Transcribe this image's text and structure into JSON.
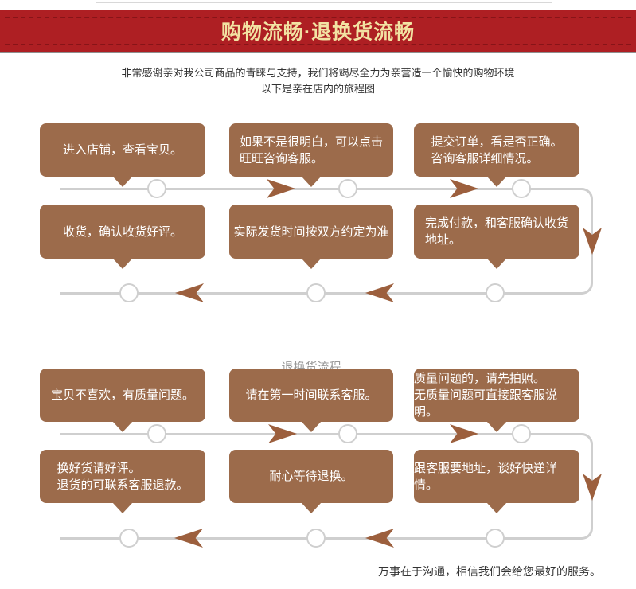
{
  "banner": {
    "title": "购物流畅·退换货流畅"
  },
  "intro": {
    "line1": "非常感谢亲对我公司商品的青睐与支持，我们将竭尽全力为亲营造一个愉快的购物环境",
    "line2": "以下是亲在店内的旅程图"
  },
  "flow1": {
    "row1": [
      "进入店铺，查看宝贝。",
      "如果不是很明白，可以点击\n旺旺咨询客服。",
      "提交订单，看是否正确。\n咨询客服详细情况。"
    ],
    "row2": [
      "收货，确认收货好评。",
      "实际发货时间按双方约定为准",
      "完成付款，和客服确认收货\n地址。"
    ]
  },
  "flow2": {
    "partial_heading": "退换货流程",
    "row1": [
      "宝贝不喜欢，有质量问题。",
      "请在第一时间联系客服。",
      "质量问题的，请先拍照。\n无质量问题可直接跟客服说明。"
    ],
    "row2": [
      "换好货请好评。\n退货的可联系客服退款。",
      "耐心等待退换。",
      "跟客服要地址，谈好快递详情。"
    ]
  },
  "footer": {
    "text": "万事在于沟通，相信我们会给您最好的服务。"
  },
  "colors": {
    "banner_red": "#ae1f23",
    "banner_dash": "#871418",
    "title_gold": "#f2e3a3",
    "box_brown": "#9c6b4b",
    "arrow_brown": "#9c5f3d",
    "line_gray": "#cfcfcf",
    "text_dark": "#333333"
  }
}
